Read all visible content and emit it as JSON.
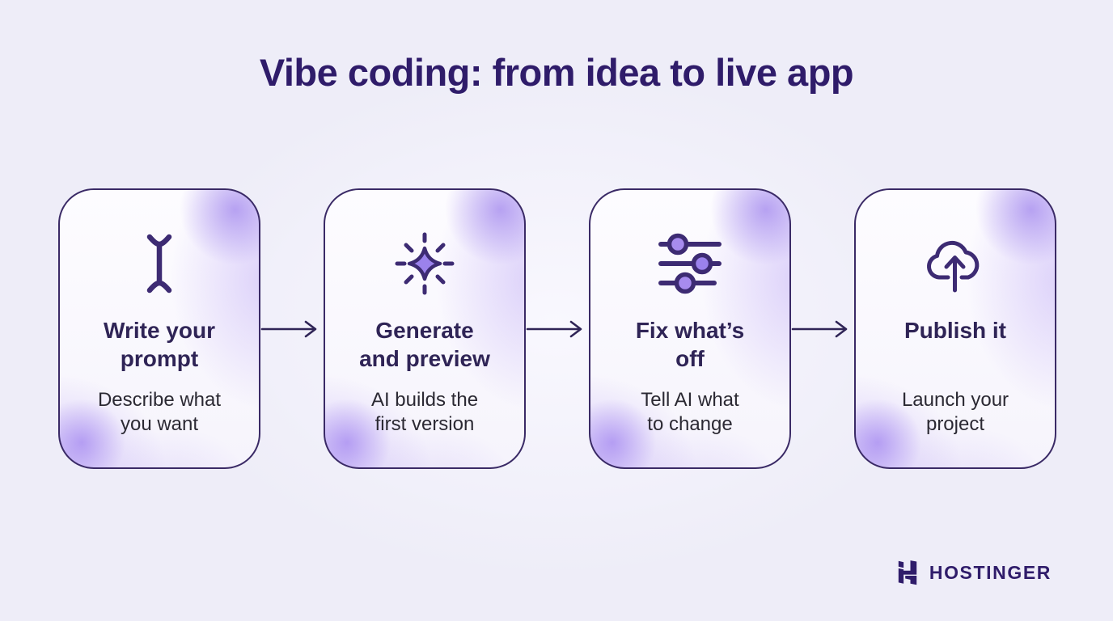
{
  "title": "Vibe coding: from idea to live app",
  "steps": [
    {
      "icon": "text-cursor-icon",
      "heading_line1": "Write your",
      "heading_line2": "prompt",
      "sub_line1": "Describe what",
      "sub_line2": "you want"
    },
    {
      "icon": "sparkle-icon",
      "heading_line1": "Generate",
      "heading_line2": "and preview",
      "sub_line1": "AI builds the",
      "sub_line2": "first version"
    },
    {
      "icon": "sliders-icon",
      "heading_line1": "Fix what’s",
      "heading_line2": "off",
      "sub_line1": "Tell AI what",
      "sub_line2": "to change"
    },
    {
      "icon": "cloud-upload-icon",
      "heading_line1": "Publish it",
      "heading_line2": "",
      "sub_line1": "Launch your",
      "sub_line2": "project"
    }
  ],
  "footer": {
    "brand": "HOSTINGER"
  },
  "colors": {
    "background": "#EEEDF8",
    "card_border": "#3A2A66",
    "title_text": "#2F1C6A",
    "heading_text": "#2F2456",
    "sub_text": "#2B2933",
    "icon_stroke": "#3D2B73",
    "icon_fill": "#9B82EC",
    "blob_purple": "#8B67E9",
    "brand_text": "#2F1C6A"
  }
}
